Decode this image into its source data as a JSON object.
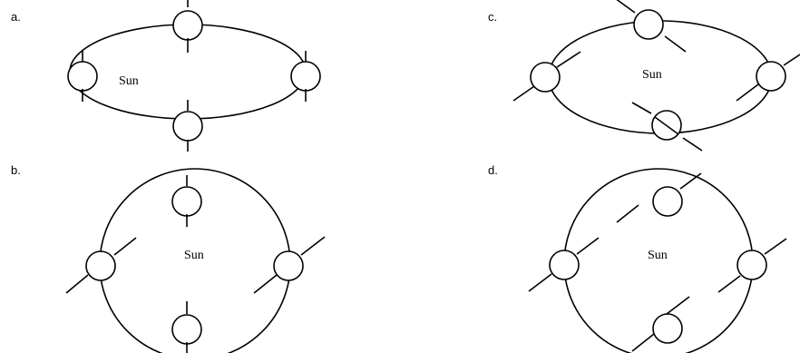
{
  "panels": [
    {
      "label": "a.",
      "sun_label": "Sun"
    },
    {
      "label": "b.",
      "sun_label": "Sun"
    },
    {
      "label": "c.",
      "sun_label": "Sun"
    },
    {
      "label": "d.",
      "sun_label": "Sun"
    }
  ]
}
